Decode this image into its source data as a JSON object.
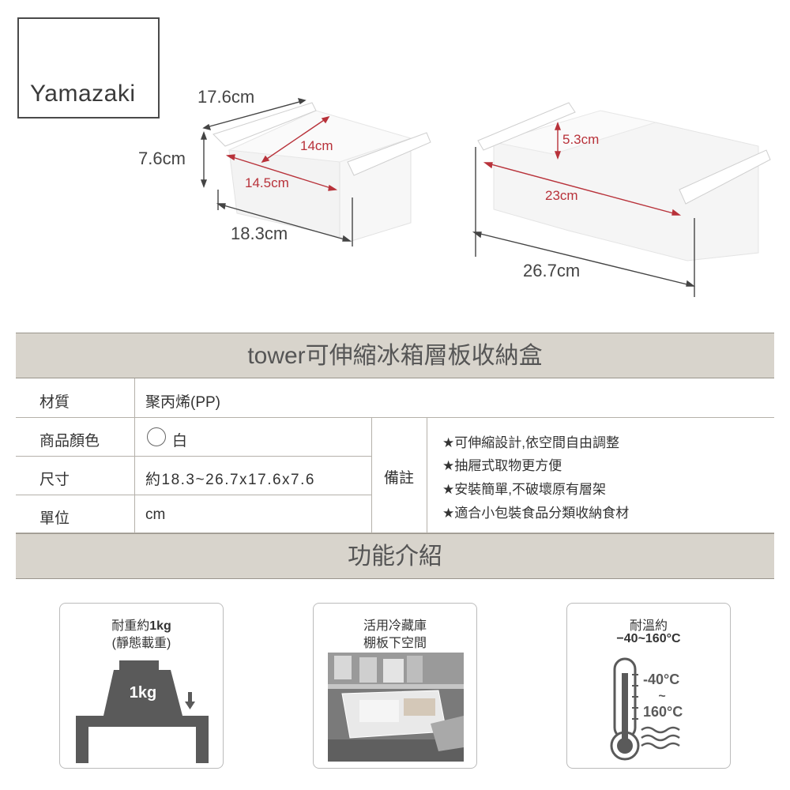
{
  "brand": "Yamazaki",
  "dimensions": {
    "depth": "17.6cm",
    "height": "7.6cm",
    "inner_depth": "14cm",
    "inner_width": "14.5cm",
    "width_min": "18.3cm",
    "inner_height": "5.3cm",
    "inner_width_max": "23cm",
    "width_max": "26.7cm"
  },
  "title": "tower可伸縮冰箱層板收納盒",
  "spec": {
    "material_label": "材質",
    "material_value": "聚丙烯(PP)",
    "color_label": "商品顏色",
    "color_value": "白",
    "size_label": "尺寸",
    "size_value": "約18.3~26.7x17.6x7.6",
    "unit_label": "單位",
    "unit_value": "cm",
    "notes_label": "備註",
    "notes": [
      "★可伸縮設計,依空間自由調整",
      "★抽屜式取物更方便",
      "★安裝簡單,不破壞原有層架",
      "★適合小包裝食品分類收納食材"
    ]
  },
  "features_title": "功能介紹",
  "features": [
    {
      "line1_a": "耐重約",
      "line1_b": "1kg",
      "line2": "(靜態載重)",
      "weight_label": "1kg",
      "icon": "weight-icon"
    },
    {
      "line1": "活用冷藏庫",
      "line2": "棚板下空間",
      "icon": "fridge-photo"
    },
    {
      "line1": "耐溫約",
      "line2": "−40~160°C",
      "temp_low": "-40°C",
      "temp_tilde": "~",
      "temp_high": "160°C",
      "icon": "thermometer-icon"
    }
  ],
  "colors": {
    "band": "#d8d4cc",
    "dimension_red": "#b8323a"
  }
}
